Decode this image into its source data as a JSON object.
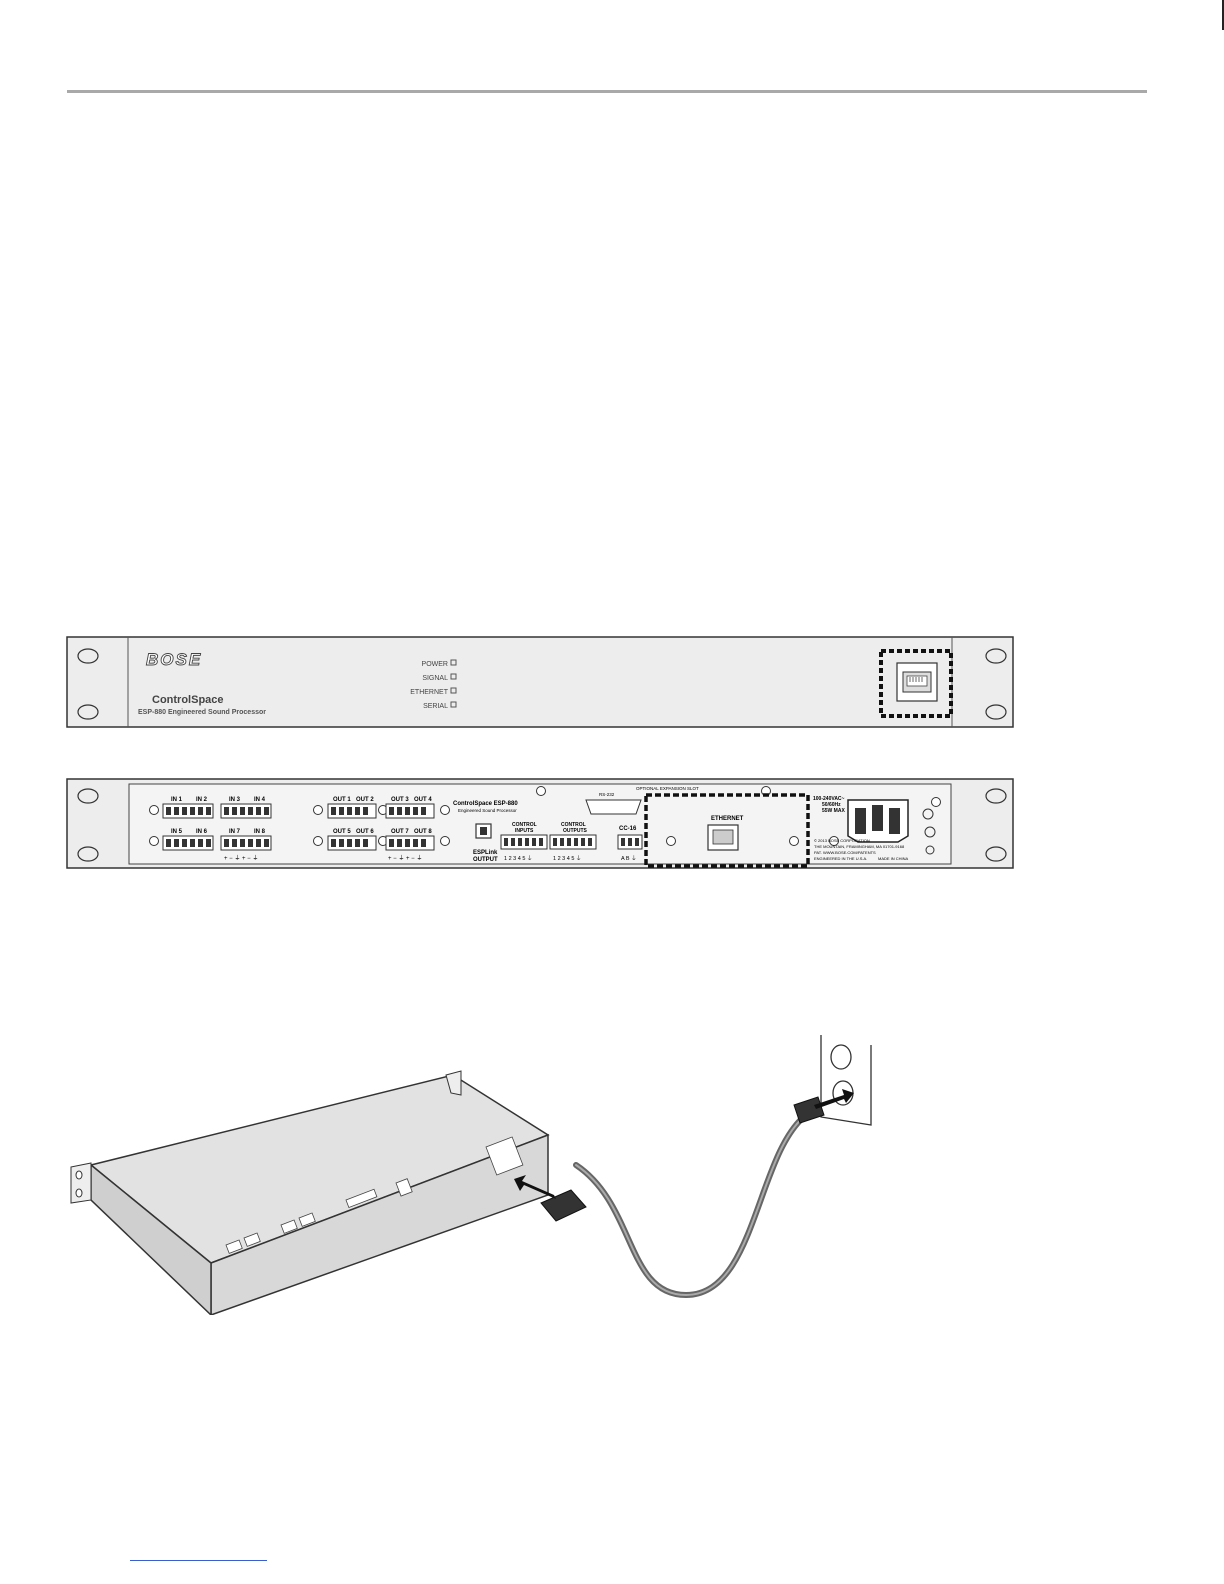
{
  "front_panel": {
    "logo": "BOSE",
    "brand": "ControlSpace",
    "model": "ESP-880 Engineered Sound Processor",
    "leds": [
      "POWER",
      "SIGNAL",
      "ETHERNET",
      "SERIAL"
    ]
  },
  "rear_panel": {
    "inputs_top": [
      "IN 1",
      "IN 2",
      "IN 3",
      "IN 4"
    ],
    "inputs_bottom": [
      "IN 5",
      "IN 6",
      "IN 7",
      "IN 8"
    ],
    "outputs_top": [
      "OUT 1",
      "OUT 2",
      "OUT 3",
      "OUT 4"
    ],
    "outputs_bottom": [
      "OUT 5",
      "OUT 6",
      "OUT 7",
      "OUT 8"
    ],
    "pin_labels": "+ − ⏚ + − ⏚",
    "rs232": "RS-232",
    "title": "ControlSpace ESP-880",
    "subtitle": "Engineered Sound Processor",
    "esplink": "ESPLink",
    "esplink_output": "OUTPUT",
    "control_inputs_1": "CONTROL",
    "control_inputs_2": "INPUTS",
    "control_outputs_1": "CONTROL",
    "control_outputs_2": "OUTPUTS",
    "control_numbers": "1 2 3 4 5 ⏚",
    "cc16": "CC-16",
    "cc16_pins": "A B ⏚",
    "expansion": "OPTIONAL EXPANSION SLOT",
    "ethernet": "ETHERNET",
    "power_rating": [
      "100-240VAC~",
      "50/60Hz",
      "55W MAX"
    ],
    "corp_lines": [
      "© 2013 BOSE CORPORATION",
      "THE MOUNTAIN, FRAMINGHAM, MA 01701-9168",
      "PAT. WWW.BOSE.COM/PATENTS",
      "ENGINEERED IN THE U.S.A."
    ],
    "made_in": "MADE IN CHINA"
  },
  "colors": {
    "panel": "#ededed",
    "outline": "#333333",
    "rule": "#a9a9a9",
    "cable": "#666666"
  }
}
